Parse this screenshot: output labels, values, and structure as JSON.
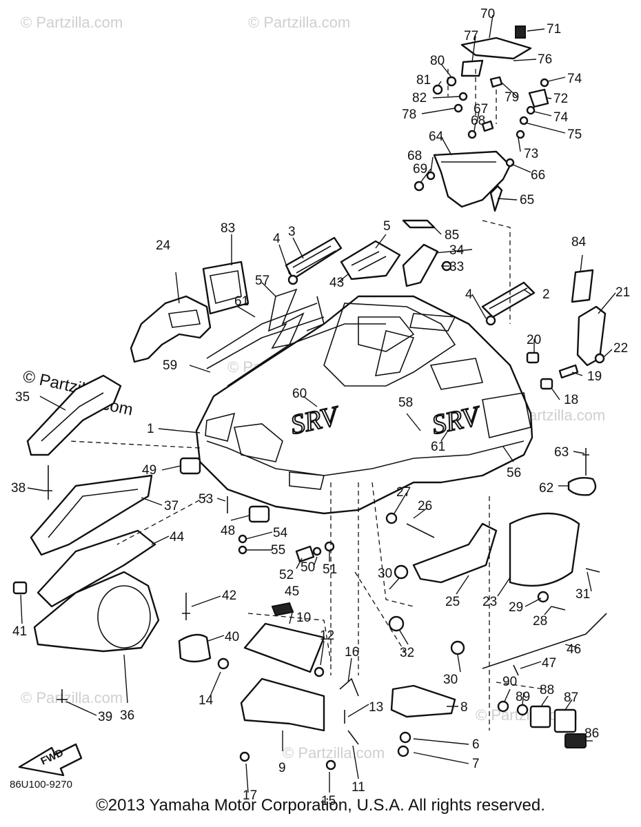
{
  "watermark": {
    "faint": "© Partzilla.com",
    "overlay_line1": "© Partzilla",
    "overlay_line2": ".com"
  },
  "model_badges": [
    "SRV",
    "SRV"
  ],
  "diagram_code": "86U100-9270",
  "find_arrow_label": "FWD",
  "callouts": [
    "1",
    "2",
    "3",
    "4",
    "4",
    "5",
    "6",
    "7",
    "8",
    "9",
    "10",
    "11",
    "12",
    "13",
    "14",
    "15",
    "16",
    "17",
    "18",
    "19",
    "20",
    "21",
    "22",
    "23",
    "24",
    "25",
    "26",
    "27",
    "28",
    "29",
    "30",
    "30",
    "31",
    "32",
    "33",
    "34",
    "35",
    "36",
    "37",
    "38",
    "39",
    "40",
    "41",
    "42",
    "43",
    "44",
    "45",
    "46",
    "47",
    "48",
    "49",
    "50",
    "51",
    "52",
    "53",
    "54",
    "55",
    "56",
    "57",
    "58",
    "59",
    "60",
    "61",
    "61",
    "62",
    "63",
    "64",
    "65",
    "66",
    "67",
    "68",
    "68",
    "69",
    "70",
    "71",
    "72",
    "73",
    "74",
    "74",
    "75",
    "76",
    "77",
    "78",
    "79",
    "80",
    "81",
    "82",
    "83",
    "84",
    "85",
    "86",
    "87",
    "88",
    "89",
    "90"
  ],
  "copyright": "©2013 Yamaha Motor Corporation, U.S.A. All rights reserved."
}
